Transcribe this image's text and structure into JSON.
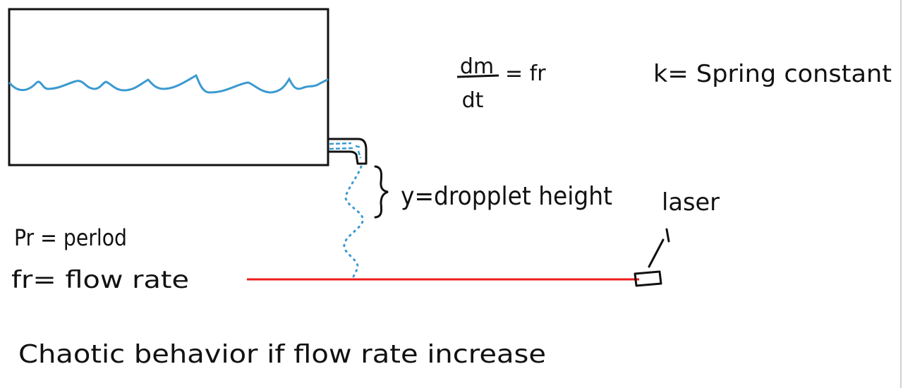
{
  "colors": {
    "ink": "#111111",
    "water": "#3b9ad0",
    "laser_beam": "#ee1c1c",
    "background": "#ffffff"
  },
  "equation": {
    "numerator": "dm",
    "denominator": "dt",
    "rhs": "= fr"
  },
  "labels": {
    "spring_constant": "k= Spring constant",
    "droplet_height": "y=dropplet height",
    "laser": "laser",
    "period": "Pr = perlod",
    "flow_rate": "fr= flow rate",
    "chaotic_note": "Chaotic behavior if flow rate increase"
  }
}
